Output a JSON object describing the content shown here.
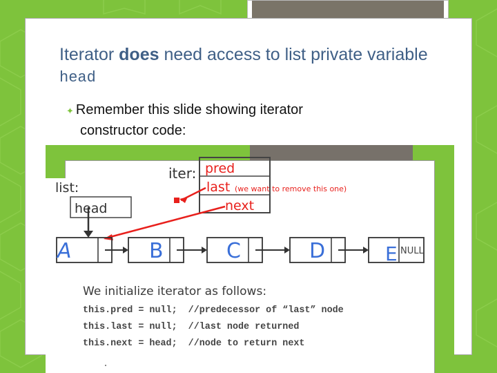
{
  "slide": {
    "title": {
      "part1": "Iterator ",
      "bold": "does",
      "part2": " need access to list private variable ",
      "code": "head"
    },
    "bullet": {
      "line1": "Remember this slide showing iterator",
      "line2": "constructor code:"
    }
  },
  "diagram": {
    "iter_label": "iter:",
    "list_label": "list:",
    "head_label": "head",
    "field_pred": "pred",
    "field_last": "last",
    "field_last_note": "(we want to remove this one)",
    "field_next": "next",
    "nodes": [
      "A",
      "B",
      "C",
      "D",
      "E"
    ],
    "null_label": "NULL"
  },
  "code": {
    "title": "We initialize iterator as follows:",
    "lines": [
      "this.pred = null;  //predecessor of “last” node",
      "this.last = null;  //last node returned",
      "this.next = head;  //node to return next"
    ]
  },
  "colors": {
    "background_green": "#7ec33c",
    "title_blue": "#3f5f86",
    "arrow_red": "#e8201c",
    "node_blue": "#3a6fd8"
  }
}
